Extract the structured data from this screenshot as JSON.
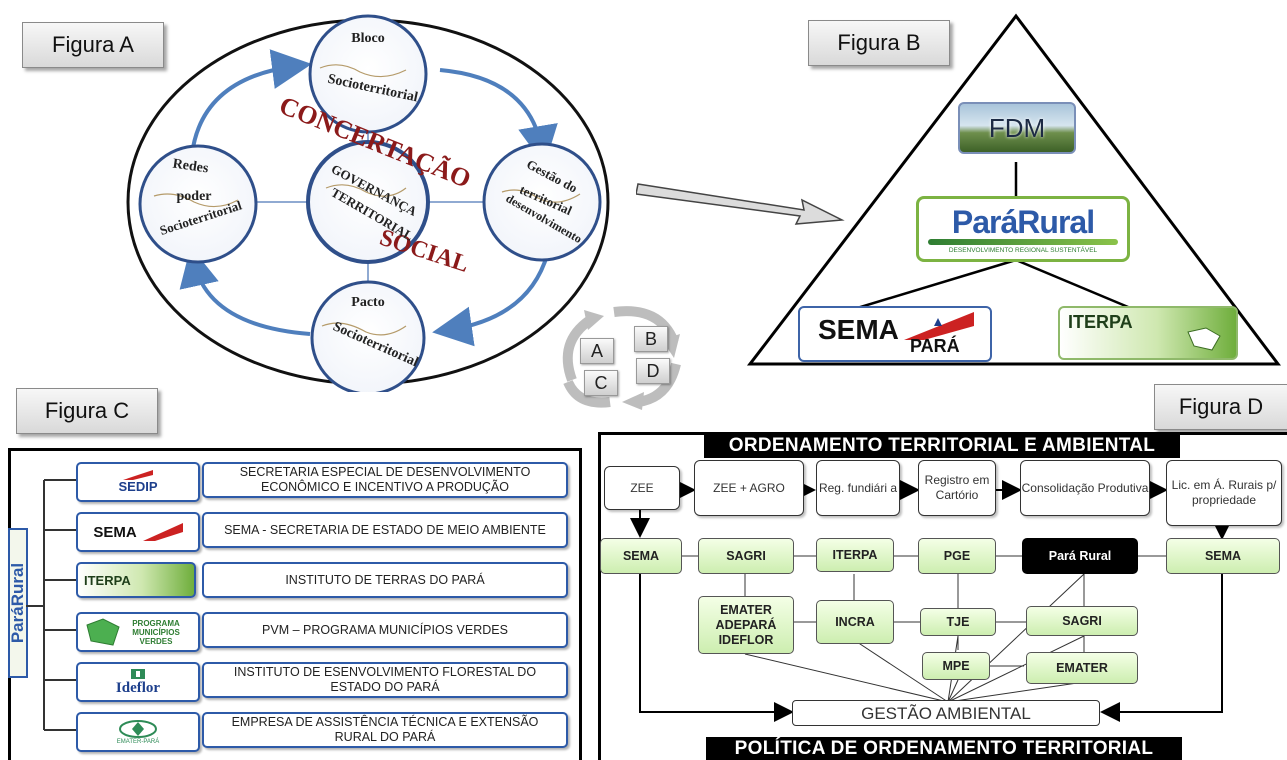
{
  "figure_labels": {
    "a": "Figura A",
    "b": "Figura B",
    "c": "Figura C",
    "d": "Figura D"
  },
  "figure_a": {
    "center_title_top": "CONCERTAÇÃO",
    "center_title_bottom": "SOCIAL",
    "center_node_line1": "GOVERNANÇA",
    "center_node_line2": "TERRITORIAL",
    "top_node": [
      "Bloco",
      "Socioterritorial"
    ],
    "right_node": [
      "Gestão do",
      "territorial",
      "desenvolvimento"
    ],
    "bottom_node": [
      "Pacto",
      "Socioterritorial"
    ],
    "left_node": [
      "Redes",
      "poder",
      "Socioterritorial"
    ]
  },
  "figure_b": {
    "top_logo": "FDM",
    "middle_logo": "ParáRural",
    "middle_logo_sub": "DESENVOLVIMENTO REGIONAL SUSTENTÁVEL",
    "left_logo": "SEMA",
    "left_logo_sub": "PARÁ",
    "right_logo": "ITERPA"
  },
  "cycle": {
    "a": "A",
    "b": "B",
    "c": "C",
    "d": "D"
  },
  "figure_c": {
    "side_label": "ParáRural",
    "rows": [
      {
        "logo": "SEDIP",
        "text": "SECRETARIA ESPECIAL DE DESENVOLVIMENTO ECONÔMICO E INCENTIVO A PRODUÇÃO"
      },
      {
        "logo": "SEMA",
        "text": "SEMA - SECRETARIA DE ESTADO DE MEIO AMBIENTE"
      },
      {
        "logo": "ITERPA",
        "text": "INSTITUTO DE TERRAS DO PARÁ"
      },
      {
        "logo": "PROGRAMA MUNICÍPIOS VERDES",
        "text": "PVM – PROGRAMA MUNICÍPIOS VERDES"
      },
      {
        "logo": "Ideflor",
        "text": "INSTITUTO DE ESENVOLVIMENTO FLORESTAL DO ESTADO DO PARÁ"
      },
      {
        "logo": "EMATER-PARÁ",
        "text": "EMPRESA DE ASSISTÊNCIA TÉCNICA E EXTENSÃO RURAL DO PARÁ"
      }
    ]
  },
  "figure_d": {
    "top_banner": "ORDENAMENTO TERRITORIAL E AMBIENTAL",
    "bottom_banner": "POLÍTICA DE ORDENAMENTO TERRITORIAL",
    "steps": [
      "ZEE",
      "ZEE + AGRO",
      "Reg. fundiári a",
      "Registro em Cartório",
      "Consolidação Produtiva",
      "Lic. em Á. Rurais p/ propriedade"
    ],
    "agencies": [
      "SEMA",
      "SAGRI",
      "ITERPA",
      "PGE",
      "Pará Rural",
      "SEMA"
    ],
    "lower_nodes": {
      "emater": "EMATER ADEPARÁ IDEFLOR",
      "incra": "INCRA",
      "tje": "TJE",
      "sagri": "SAGRI",
      "mpe": "MPE",
      "emater2": "EMATER"
    },
    "goal": "GESTÃO AMBIENTAL"
  },
  "colors": {
    "accent_blue": "#2d5aa8",
    "circle_arrow": "#4f7fbd",
    "green_box": "#cdeeb0",
    "dark_red_text": "#8b1a1a"
  }
}
